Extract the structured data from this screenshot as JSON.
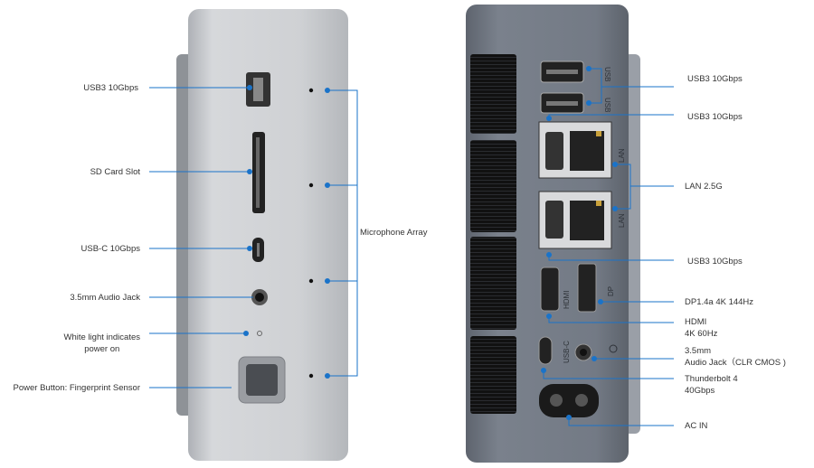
{
  "front": {
    "labels": {
      "usb3": "USB3 10Gbps",
      "sd": "SD Card Slot",
      "usbc": "USB-C 10Gbps",
      "audio": "3.5mm Audio Jack",
      "led_1": "White light indicates",
      "led_2": "power on",
      "power": "Power Button: Fingerprint Sensor",
      "mic": "Microphone Array"
    }
  },
  "back": {
    "port_marks": {
      "usb": "USB",
      "lan": "LAN",
      "usbc": "USB-C",
      "dp": "DP",
      "hdmi": "HDMI"
    },
    "labels": {
      "usb3_a": "USB3 10Gbps",
      "usb3_b": "USB3 10Gbps",
      "lan": "LAN 2.5G",
      "usb3_c": "USB3 10Gbps",
      "dp": "DP1.4a 4K 144Hz",
      "hdmi_1": "HDMI",
      "hdmi_2": "4K 60Hz",
      "audio_1": "3.5mm",
      "audio_2": "Audio Jack（CLR CMOS )",
      "tb_1": "Thunderbolt 4",
      "tb_2": "40Gbps",
      "ac": "AC IN"
    }
  },
  "colors": {
    "accent": "#1a73c9",
    "front_body": "#c9cbcf",
    "back_body": "#6f7681"
  }
}
